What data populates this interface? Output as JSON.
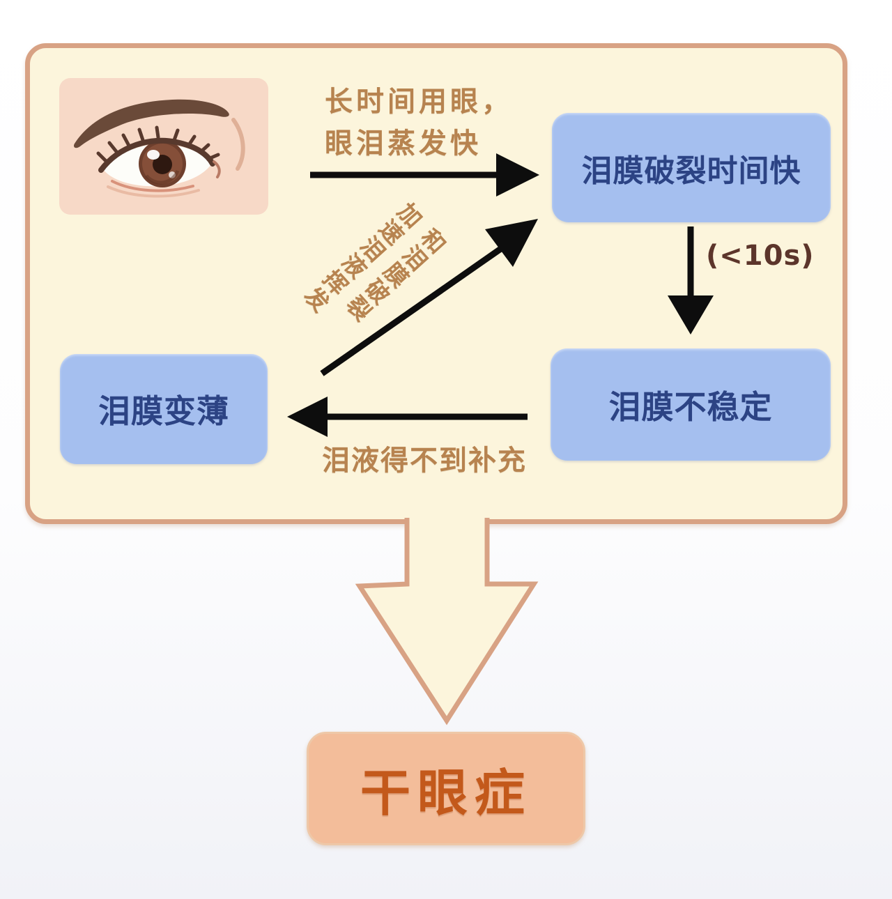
{
  "caption": {
    "line1": "长时间用眼，",
    "line2": "眼泪蒸发快"
  },
  "boxes": {
    "breakup": {
      "label": "泪膜破裂时间快"
    },
    "unstable": {
      "label": "泪膜不稳定"
    },
    "thin": {
      "label": "泪膜变薄"
    },
    "dry_eye": {
      "label": "干眼症"
    }
  },
  "labels": {
    "duration": "(<10s)",
    "not_replenished": "泪液得不到补充",
    "accelerate_col1": "加速泪液挥发",
    "accelerate_col2": "和泪膜破裂"
  },
  "icons": {
    "eye": "eye-illustration",
    "arrow_right": "arrow-right-icon",
    "arrow_down": "arrow-down-icon",
    "arrow_left": "arrow-left-icon",
    "arrow_diagonal": "arrow-diagonal-up-right-icon",
    "big_arrow_down": "big-hollow-down-arrow-icon"
  },
  "colors": {
    "panel_fill": "#fcf5dc",
    "panel_border": "#d8a284",
    "node_blue_fill": "#a5bfef",
    "node_blue_text": "#2c4384",
    "node_orange_fill": "#f3bd9a",
    "node_orange_text": "#c3591b",
    "caption_brown": "#b7834f",
    "duration_brown": "#5c352b",
    "arrow_black": "#0d0d0d",
    "eye_skin": "#f7d9c7"
  }
}
